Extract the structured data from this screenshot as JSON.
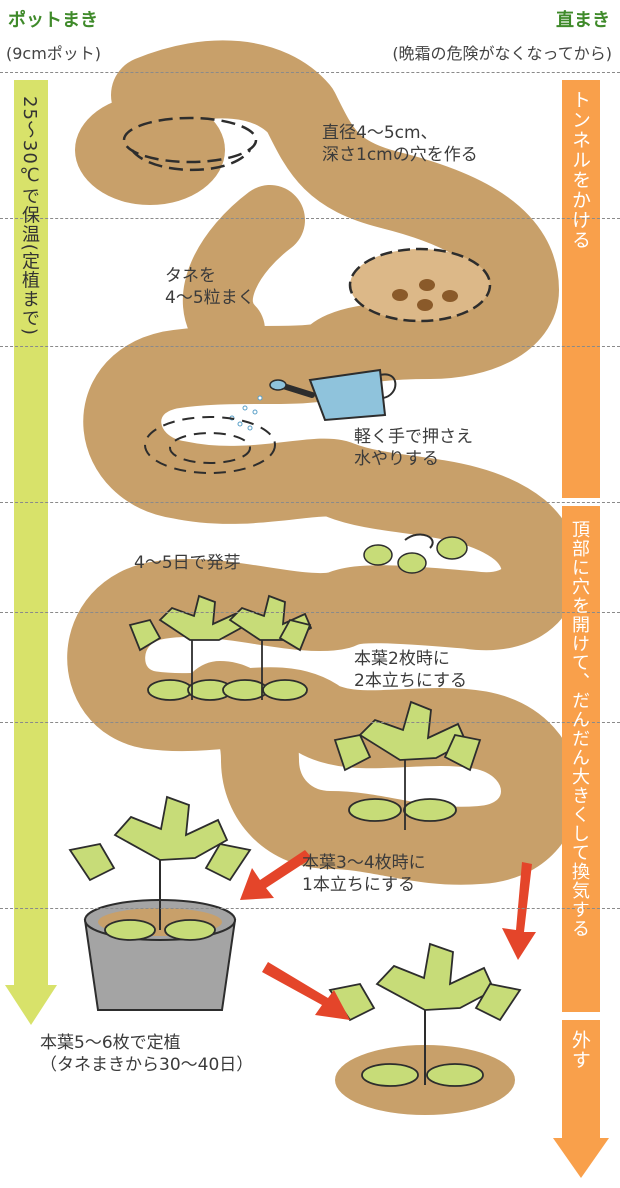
{
  "header": {
    "left_title": "ポットまき",
    "left_sub": "(9cmポット)",
    "right_title": "直まき",
    "right_sub": "(晩霜の危険がなくなってから)"
  },
  "left_bar": {
    "label": "25〜30℃で保温(定植まで)",
    "color": "#d8e26a"
  },
  "right_bars": [
    {
      "label": "トンネルをかける",
      "color": "#f9a04b"
    },
    {
      "label": "頂部に穴を開けて、だんだん大きくして換気する",
      "color": "#f9a04b"
    },
    {
      "label": "外す",
      "color": "#f9a04b"
    }
  ],
  "steps": [
    {
      "text": "直径4〜5cm、\n深さ1cmの穴を作る"
    },
    {
      "text": "タネを\n4〜5粒まく"
    },
    {
      "text": "軽く手で押さえ\n水やりする"
    },
    {
      "text": "4〜5日で発芽"
    },
    {
      "text": "本葉2枚時に\n2本立ちにする"
    },
    {
      "text": "本葉3〜4枚時に\n1本立ちにする"
    },
    {
      "text": "本葉5〜6枚で定植\n（タネまきから30〜40日）"
    }
  ],
  "colors": {
    "soil": "#c8a06a",
    "soil_edge": "#b98c55",
    "leaf": "#c7dc78",
    "leaf_dark": "#9bbd4c",
    "arrow_red": "#e4452a",
    "pot": "#9a9a9a",
    "water_can": "#8fc3dc"
  }
}
